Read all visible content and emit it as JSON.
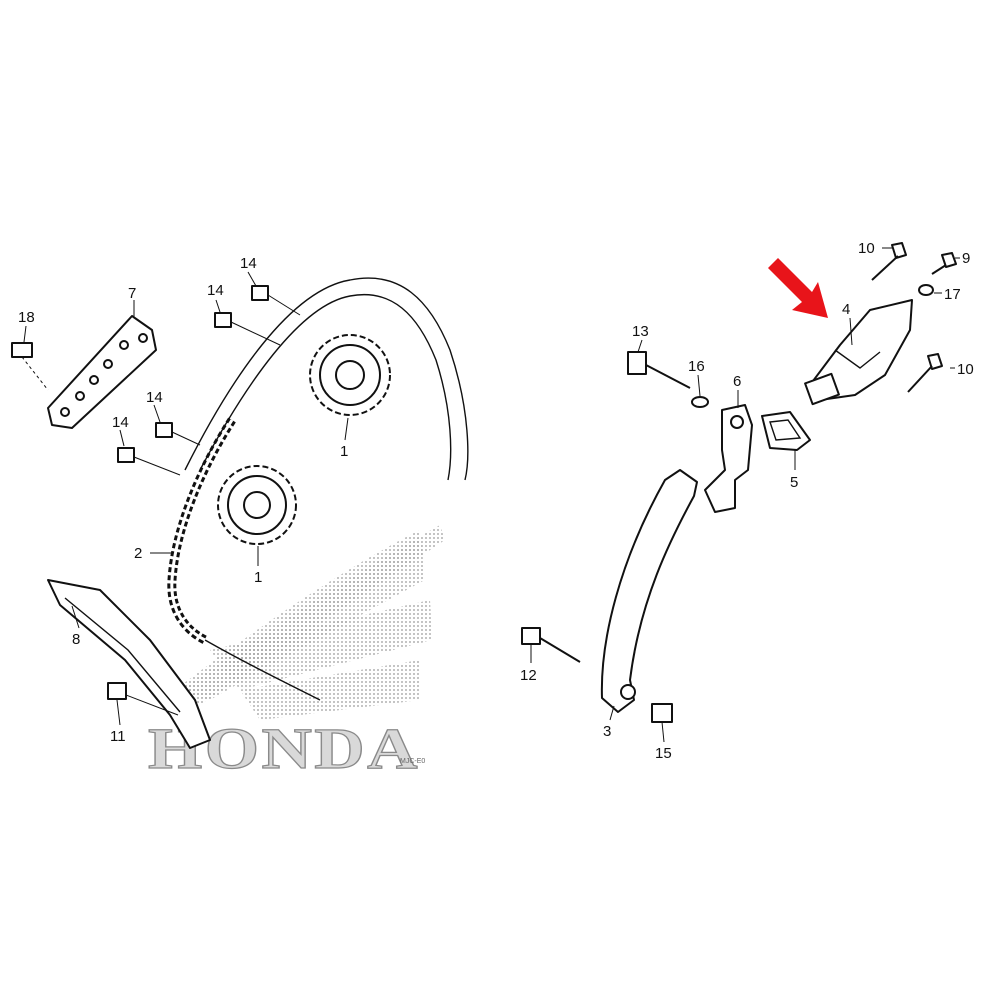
{
  "diagram": {
    "brand_watermark": "HONDA",
    "figure_code": "MJC-E0",
    "highlight_color": "#e8141a",
    "parts": [
      {
        "id": "18",
        "label": "18"
      },
      {
        "id": "7",
        "label": "7"
      },
      {
        "id": "14a",
        "label": "14"
      },
      {
        "id": "14b",
        "label": "14"
      },
      {
        "id": "14c",
        "label": "14"
      },
      {
        "id": "14d",
        "label": "14"
      },
      {
        "id": "1a",
        "label": "1"
      },
      {
        "id": "1b",
        "label": "1"
      },
      {
        "id": "2",
        "label": "2"
      },
      {
        "id": "8",
        "label": "8"
      },
      {
        "id": "11",
        "label": "11"
      },
      {
        "id": "13",
        "label": "13"
      },
      {
        "id": "16",
        "label": "16"
      },
      {
        "id": "6",
        "label": "6"
      },
      {
        "id": "5",
        "label": "5"
      },
      {
        "id": "4",
        "label": "4"
      },
      {
        "id": "10a",
        "label": "10"
      },
      {
        "id": "10b",
        "label": "10"
      },
      {
        "id": "9",
        "label": "9"
      },
      {
        "id": "17",
        "label": "17"
      },
      {
        "id": "3",
        "label": "3"
      },
      {
        "id": "12",
        "label": "12"
      },
      {
        "id": "15",
        "label": "15"
      }
    ]
  }
}
